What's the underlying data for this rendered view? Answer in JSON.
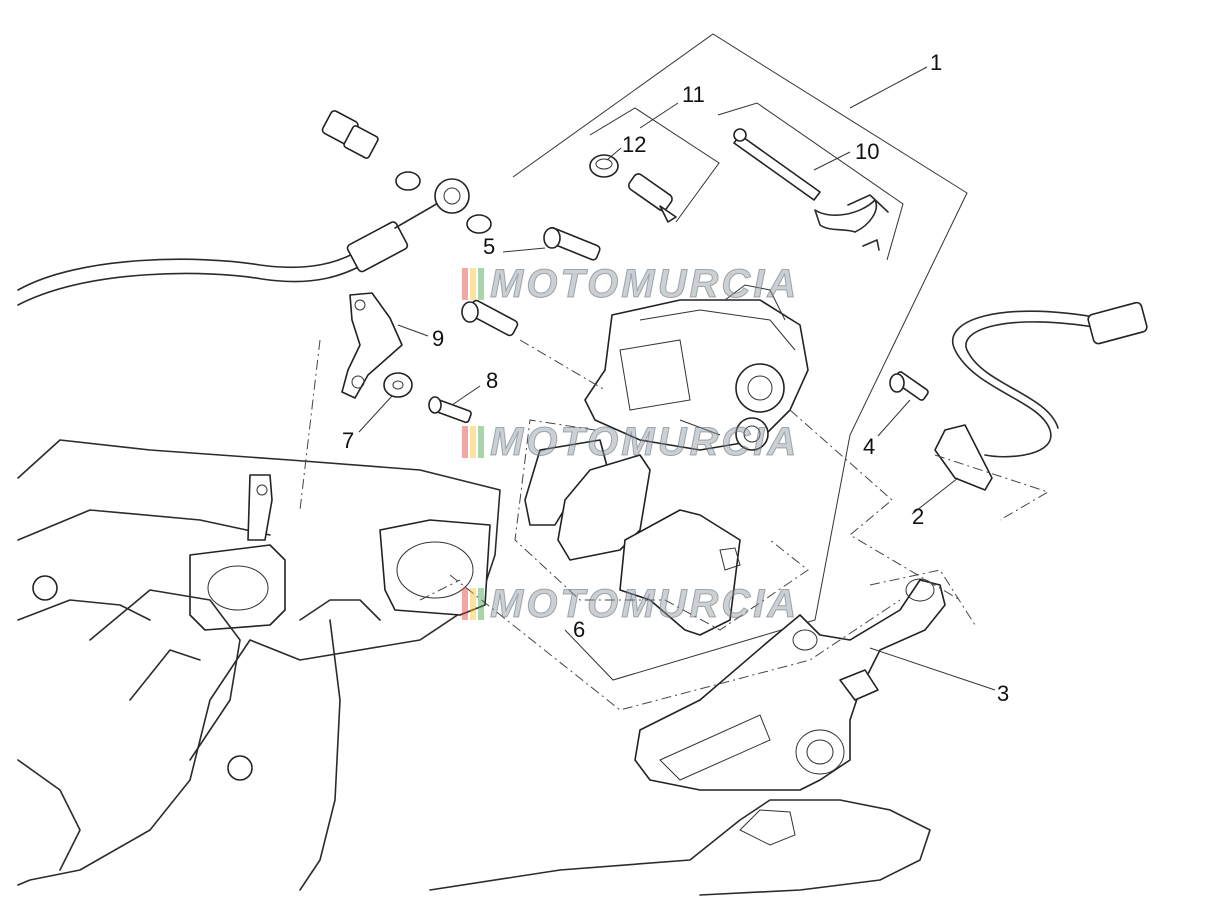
{
  "callouts": [
    {
      "id": "1",
      "text": "1"
    },
    {
      "id": "2",
      "text": "2"
    },
    {
      "id": "3",
      "text": "3"
    },
    {
      "id": "4",
      "text": "4"
    },
    {
      "id": "5",
      "text": "5"
    },
    {
      "id": "6",
      "text": "6"
    },
    {
      "id": "7",
      "text": "7"
    },
    {
      "id": "8",
      "text": "8"
    },
    {
      "id": "9",
      "text": "9"
    },
    {
      "id": "10",
      "text": "10"
    },
    {
      "id": "11",
      "text": "11"
    },
    {
      "id": "12",
      "text": "12"
    }
  ],
  "watermark": {
    "text": "MOTOMURCIA",
    "colors": [
      "#e53935",
      "#fbc02d",
      "#43a047"
    ]
  }
}
